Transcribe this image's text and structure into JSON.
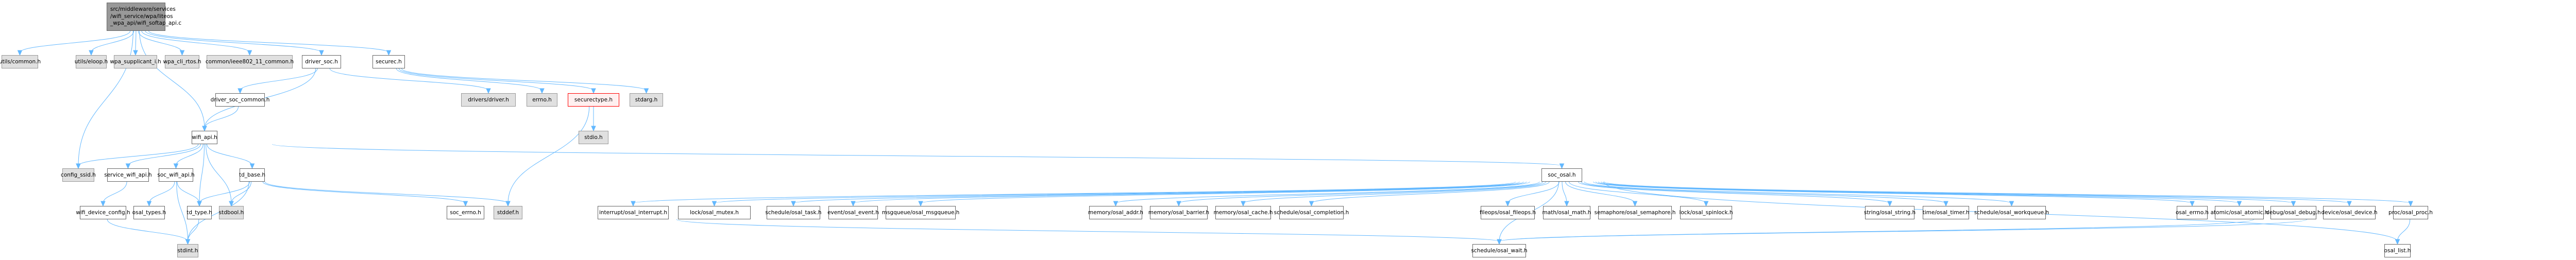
{
  "diagram": {
    "type": "include-dependency-graph",
    "root": {
      "id": "root",
      "label": "src/middleware/services\n/wifi_service/wpa/liteos\n_wpa_api/wifi_softap_api.c"
    },
    "nodes": [
      {
        "id": "utils_common",
        "label": "utils/common.h",
        "kind": "external"
      },
      {
        "id": "utils_eloop",
        "label": "utils/eloop.h",
        "kind": "external"
      },
      {
        "id": "wpa_supplicant_i",
        "label": "wpa_supplicant_i.h",
        "kind": "external"
      },
      {
        "id": "wpa_cli_rtos",
        "label": "wpa_cli_rtos.h",
        "kind": "external"
      },
      {
        "id": "ieee802_11_common",
        "label": "common/ieee802_11_common.h",
        "kind": "external"
      },
      {
        "id": "driver_soc",
        "label": "driver_soc.h",
        "kind": "documented"
      },
      {
        "id": "securec",
        "label": "securec.h",
        "kind": "documented"
      },
      {
        "id": "driver_soc_common",
        "label": "driver_soc_common.h",
        "kind": "documented"
      },
      {
        "id": "drivers_driver",
        "label": "drivers/driver.h",
        "kind": "external"
      },
      {
        "id": "errno",
        "label": "errno.h",
        "kind": "external"
      },
      {
        "id": "securectype",
        "label": "securectype.h",
        "kind": "error"
      },
      {
        "id": "stdarg",
        "label": "stdarg.h",
        "kind": "external"
      },
      {
        "id": "stdio",
        "label": "stdio.h",
        "kind": "external"
      },
      {
        "id": "wifi_api",
        "label": "wifi_api.h",
        "kind": "documented"
      },
      {
        "id": "config_ssid",
        "label": "config_ssid.h",
        "kind": "external"
      },
      {
        "id": "service_wifi_api",
        "label": "service_wifi_api.h",
        "kind": "documented"
      },
      {
        "id": "soc_wifi_api",
        "label": "soc_wifi_api.h",
        "kind": "documented"
      },
      {
        "id": "td_base",
        "label": "td_base.h",
        "kind": "documented"
      },
      {
        "id": "soc_osal",
        "label": "soc_osal.h",
        "kind": "documented"
      },
      {
        "id": "wifi_device_config",
        "label": "wifi_device_config.h",
        "kind": "documented"
      },
      {
        "id": "osal_types",
        "label": "osal_types.h",
        "kind": "documented"
      },
      {
        "id": "td_type",
        "label": "td_type.h",
        "kind": "documented"
      },
      {
        "id": "stdbool",
        "label": "stdbool.h",
        "kind": "external"
      },
      {
        "id": "soc_errno",
        "label": "soc_errno.h",
        "kind": "documented"
      },
      {
        "id": "stddef",
        "label": "stddef.h",
        "kind": "external"
      },
      {
        "id": "stdint",
        "label": "stdint.h",
        "kind": "external"
      },
      {
        "id": "osal_interrupt",
        "label": "interrupt/osal_interrupt.h",
        "kind": "documented"
      },
      {
        "id": "osal_mutex",
        "label": "lock/osal_mutex.h",
        "kind": "documented"
      },
      {
        "id": "osal_task",
        "label": "schedule/osal_task.h",
        "kind": "documented"
      },
      {
        "id": "osal_event",
        "label": "event/osal_event.h",
        "kind": "documented"
      },
      {
        "id": "osal_msgqueue",
        "label": "msgqueue/osal_msgqueue.h",
        "kind": "documented"
      },
      {
        "id": "osal_addr",
        "label": "memory/osal_addr.h",
        "kind": "documented"
      },
      {
        "id": "osal_barrier",
        "label": "memory/osal_barrier.h",
        "kind": "documented"
      },
      {
        "id": "osal_cache",
        "label": "memory/osal_cache.h",
        "kind": "documented"
      },
      {
        "id": "osal_completion",
        "label": "schedule/osal_completion.h",
        "kind": "documented"
      },
      {
        "id": "osal_fileops",
        "label": "fileops/osal_fileops.h",
        "kind": "documented"
      },
      {
        "id": "osal_math",
        "label": "math/osal_math.h",
        "kind": "documented"
      },
      {
        "id": "osal_semaphore",
        "label": "semaphore/osal_semaphore.h",
        "kind": "documented"
      },
      {
        "id": "osal_spinlock",
        "label": "lock/osal_spinlock.h",
        "kind": "documented"
      },
      {
        "id": "osal_string",
        "label": "string/osal_string.h",
        "kind": "documented"
      },
      {
        "id": "osal_timer",
        "label": "time/osal_timer.h",
        "kind": "documented"
      },
      {
        "id": "osal_workqueue",
        "label": "schedule/osal_workqueue.h",
        "kind": "documented"
      },
      {
        "id": "osal_errno",
        "label": "osal_errno.h",
        "kind": "documented"
      },
      {
        "id": "osal_atomic",
        "label": "atomic/osal_atomic.h",
        "kind": "documented"
      },
      {
        "id": "osal_debug",
        "label": "debug/osal_debug.h",
        "kind": "documented"
      },
      {
        "id": "osal_device",
        "label": "device/osal_device.h",
        "kind": "documented"
      },
      {
        "id": "osal_proc",
        "label": "proc/osal_proc.h",
        "kind": "documented"
      },
      {
        "id": "osal_wait",
        "label": "schedule/osal_wait.h",
        "kind": "documented"
      },
      {
        "id": "osal_list",
        "label": "osal_list.h",
        "kind": "documented"
      }
    ],
    "edges": [
      [
        "root",
        "utils_common"
      ],
      [
        "root",
        "utils_eloop"
      ],
      [
        "root",
        "wpa_supplicant_i"
      ],
      [
        "root",
        "wpa_cli_rtos"
      ],
      [
        "root",
        "ieee802_11_common"
      ],
      [
        "root",
        "driver_soc"
      ],
      [
        "root",
        "securec"
      ],
      [
        "root",
        "config_ssid"
      ],
      [
        "root",
        "wifi_api"
      ],
      [
        "driver_soc",
        "driver_soc_common"
      ],
      [
        "driver_soc",
        "drivers_driver"
      ],
      [
        "driver_soc",
        "wifi_api"
      ],
      [
        "securec",
        "errno"
      ],
      [
        "securec",
        "securectype"
      ],
      [
        "securec",
        "stdarg"
      ],
      [
        "securectype",
        "stdio"
      ],
      [
        "securectype",
        "stddef"
      ],
      [
        "driver_soc_common",
        "wifi_api"
      ],
      [
        "wifi_api",
        "config_ssid"
      ],
      [
        "wifi_api",
        "service_wifi_api"
      ],
      [
        "wifi_api",
        "soc_wifi_api"
      ],
      [
        "wifi_api",
        "td_type"
      ],
      [
        "wifi_api",
        "stdbool"
      ],
      [
        "wifi_api",
        "td_base"
      ],
      [
        "wifi_api",
        "soc_osal"
      ],
      [
        "service_wifi_api",
        "wifi_device_config"
      ],
      [
        "wifi_device_config",
        "stdint"
      ],
      [
        "soc_wifi_api",
        "osal_types"
      ],
      [
        "soc_wifi_api",
        "td_type"
      ],
      [
        "soc_wifi_api",
        "stdint"
      ],
      [
        "td_type",
        "stdint"
      ],
      [
        "td_base",
        "td_type"
      ],
      [
        "td_base",
        "stdbool"
      ],
      [
        "td_base",
        "stdint"
      ],
      [
        "td_base",
        "soc_errno"
      ],
      [
        "td_base",
        "stddef"
      ],
      [
        "soc_osal",
        "osal_interrupt"
      ],
      [
        "soc_osal",
        "osal_mutex"
      ],
      [
        "soc_osal",
        "osal_task"
      ],
      [
        "soc_osal",
        "osal_event"
      ],
      [
        "soc_osal",
        "osal_msgqueue"
      ],
      [
        "soc_osal",
        "osal_addr"
      ],
      [
        "soc_osal",
        "osal_barrier"
      ],
      [
        "soc_osal",
        "osal_cache"
      ],
      [
        "soc_osal",
        "osal_completion"
      ],
      [
        "soc_osal",
        "osal_fileops"
      ],
      [
        "soc_osal",
        "osal_math"
      ],
      [
        "soc_osal",
        "osal_semaphore"
      ],
      [
        "soc_osal",
        "osal_spinlock"
      ],
      [
        "soc_osal",
        "osal_string"
      ],
      [
        "soc_osal",
        "osal_timer"
      ],
      [
        "soc_osal",
        "osal_workqueue"
      ],
      [
        "soc_osal",
        "osal_errno"
      ],
      [
        "soc_osal",
        "osal_atomic"
      ],
      [
        "soc_osal",
        "osal_debug"
      ],
      [
        "soc_osal",
        "osal_device"
      ],
      [
        "soc_osal",
        "osal_proc"
      ],
      [
        "soc_osal",
        "osal_list"
      ],
      [
        "soc_osal",
        "osal_wait"
      ],
      [
        "osal_interrupt",
        "osal_wait"
      ],
      [
        "osal_debug",
        "osal_wait"
      ],
      [
        "osal_device",
        "osal_wait"
      ],
      [
        "osal_proc",
        "osal_list"
      ]
    ]
  }
}
